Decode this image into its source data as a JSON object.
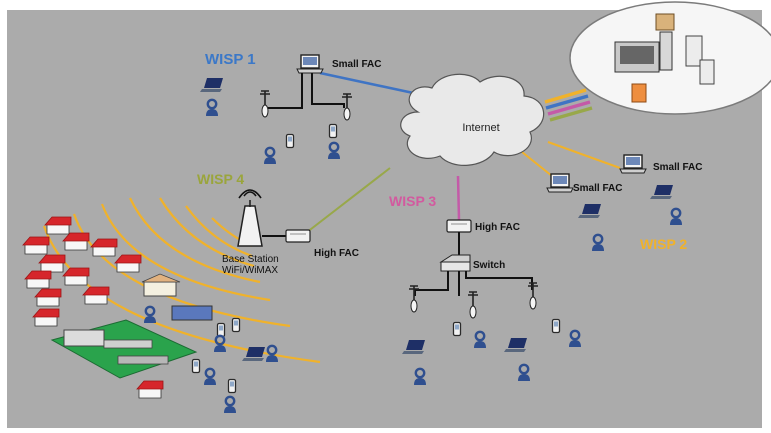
{
  "colors": {
    "background": "#ababab",
    "cloud": "#e9e9e9",
    "wisp1_title": "#3b78c8",
    "wisp2_title": "#f0b22b",
    "wisp3_title": "#d25a9f",
    "wisp4_title": "#9aa53c",
    "link_wisp1": "#3f74c4",
    "link_wisp2": "#f0b22b",
    "link_wisp3": "#c45aa8",
    "link_wisp4": "#98a84a",
    "user": "#2f4f8f",
    "roof": "#d6262b",
    "field": "#2aa34c"
  },
  "labels": {
    "wisp1": "WISP 1",
    "wisp2": "WISP 2",
    "wisp3": "WISP 3",
    "wisp4": "WISP 4",
    "internet": "Internet",
    "small_fac_1": "Small FAC",
    "small_fac_2a": "Small FAC",
    "small_fac_2b": "Small FAC",
    "high_fac_3": "High FAC",
    "high_fac_4": "High FAC",
    "switch": "Switch",
    "base_station_line1": "Base Station",
    "base_station_line2": "WiFi/WiMAX"
  },
  "icons": {
    "antenna": "antenna-icon",
    "laptop": "laptop-icon",
    "pda": "pda-icon",
    "user": "user-icon",
    "fac_box": "fac-box-icon",
    "server": "server-icon",
    "house": "house-icon"
  }
}
